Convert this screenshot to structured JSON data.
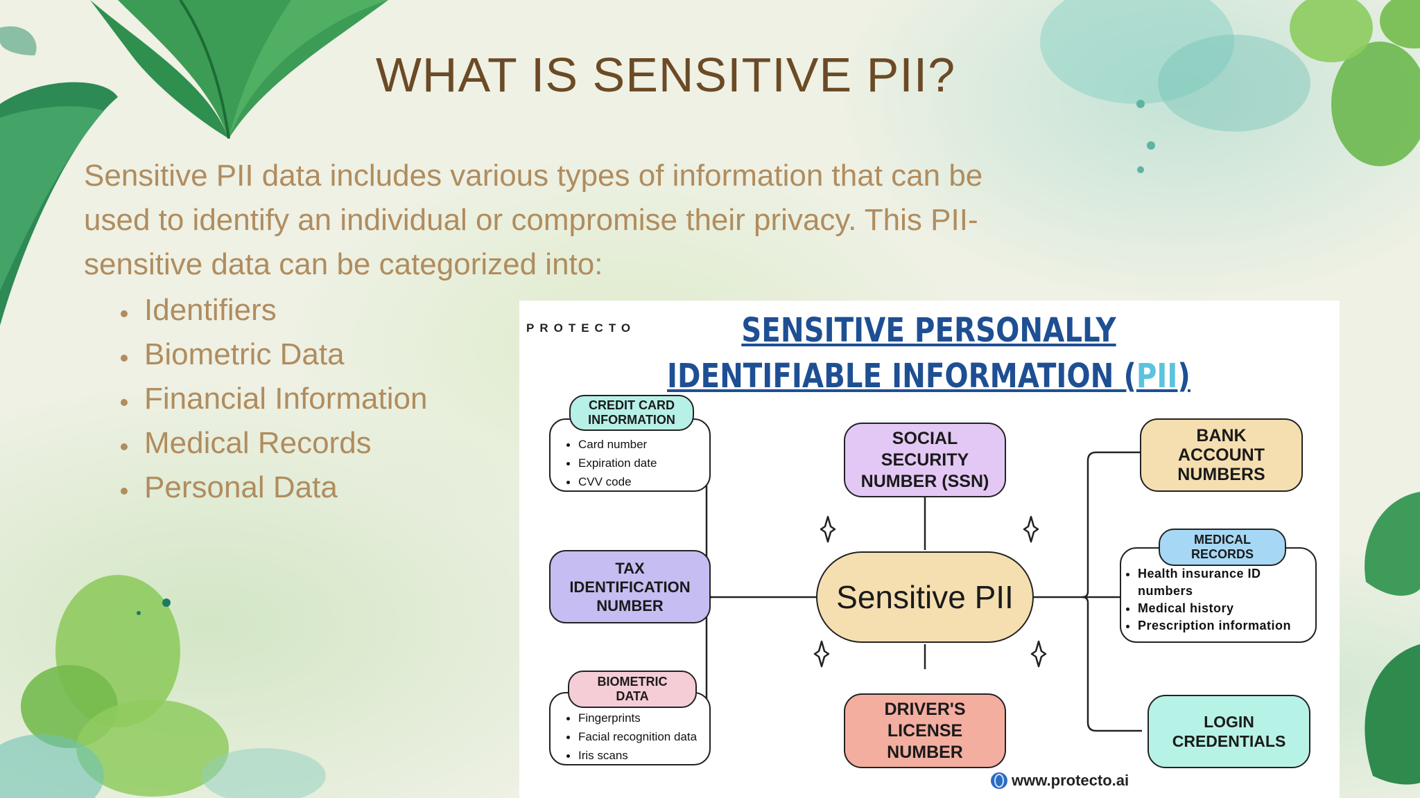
{
  "slide": {
    "title": "WHAT IS SENSITIVE PII?",
    "intro": "Sensitive PII data includes various types of information that can be used to identify an individual or compromise their privacy. This PII-sensitive data can be categorized into:",
    "bullets": [
      "Identifiers",
      "Biometric Data",
      "Financial Information",
      "Medical Records",
      "Personal Data"
    ]
  },
  "infographic": {
    "brand": "PROTECTO",
    "title_line1": "SENSITIVE PERSONALLY",
    "title_line2_prefix": "IDENTIFIABLE INFORMATION (",
    "title_line2_accent": "PII",
    "title_line2_suffix": ")",
    "center": "Sensitive PII",
    "credit_card": {
      "title": "CREDIT CARD INFORMATION",
      "items": [
        "Card number",
        "Expiration date",
        "CVV code"
      ]
    },
    "tax_id": "TAX IDENTIFICATION NUMBER",
    "biometric": {
      "title": "BIOMETRIC DATA",
      "items": [
        "Fingerprints",
        "Facial recognition data",
        "Iris scans"
      ]
    },
    "ssn": "SOCIAL SECURITY NUMBER (SSN)",
    "drivers_license": "DRIVER'S LICENSE NUMBER",
    "bank": "BANK ACCOUNT NUMBERS",
    "medical": {
      "title": "MEDICAL RECORDS",
      "items": [
        "Health insurance ID numbers",
        "Medical history",
        "Prescription information"
      ]
    },
    "login": "LOGIN CREDENTIALS",
    "url": "www.protecto.ai",
    "colors": {
      "title_blue": "#1e4f93",
      "accent_cyan": "#5bc3de",
      "teal": "#b7f0e6",
      "lavender": "#c6bdf2",
      "pink": "#f4cdd6",
      "purple": "#e3c8f5",
      "peach": "#f5dfb1",
      "salmon": "#f3aea0",
      "sky": "#a6d8f5",
      "mint": "#b7f2e6"
    }
  }
}
